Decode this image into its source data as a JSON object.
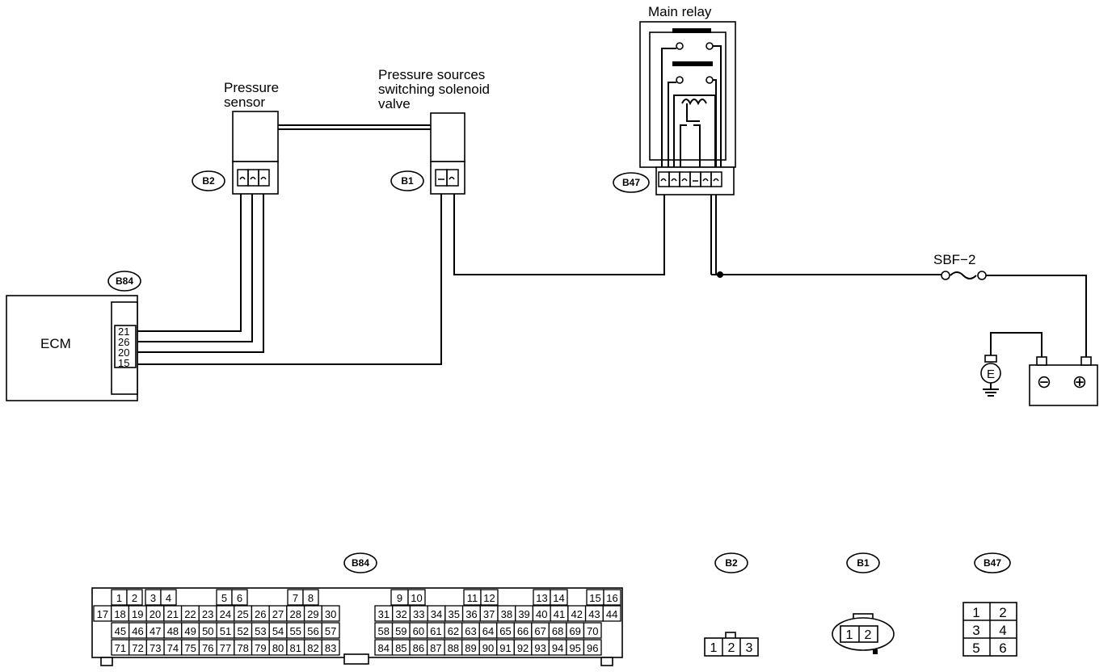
{
  "components": {
    "main_relay": "Main relay",
    "pressure_sensor": [
      "Pressure",
      "sensor"
    ],
    "solenoid": [
      "Pressure sources",
      "switching solenoid",
      "valve"
    ],
    "ecm": "ECM",
    "fuse": "SBF−2",
    "ground_symbol": "E"
  },
  "connectors": {
    "b2": "B2",
    "b1": "B1",
    "b47": "B47",
    "b84": "B84"
  },
  "ecm_pins": [
    "21",
    "26",
    "20",
    "15"
  ],
  "battery": {
    "neg": "⊖",
    "pos": "⊕"
  },
  "b84_rows": {
    "row1_left": [
      "1",
      "2",
      "3",
      "4",
      "5",
      "6",
      "7",
      "8"
    ],
    "row1_right": [
      "9",
      "10",
      "11",
      "12",
      "13",
      "14",
      "15",
      "16"
    ],
    "row2_left": [
      "17",
      "18",
      "19",
      "20",
      "21",
      "22",
      "23",
      "24",
      "25",
      "26",
      "27",
      "28",
      "29",
      "30"
    ],
    "row2_right": [
      "31",
      "32",
      "33",
      "34",
      "35",
      "36",
      "37",
      "38",
      "39",
      "40",
      "41",
      "42",
      "43",
      "44"
    ],
    "row3_left": [
      "45",
      "46",
      "47",
      "48",
      "49",
      "50",
      "51",
      "52",
      "53",
      "54",
      "55",
      "56",
      "57"
    ],
    "row3_right": [
      "58",
      "59",
      "60",
      "61",
      "62",
      "63",
      "64",
      "65",
      "66",
      "67",
      "68",
      "69",
      "70"
    ],
    "row4_left": [
      "71",
      "72",
      "73",
      "74",
      "75",
      "76",
      "77",
      "78",
      "79",
      "80",
      "81",
      "82",
      "83"
    ],
    "row4_right": [
      "84",
      "85",
      "86",
      "87",
      "88",
      "89",
      "90",
      "91",
      "92",
      "93",
      "94",
      "95",
      "96"
    ]
  },
  "b2_pins": [
    "1",
    "2",
    "3"
  ],
  "b1_pins": [
    "1",
    "2"
  ],
  "b47_pins": [
    "1",
    "2",
    "3",
    "4",
    "5",
    "6"
  ]
}
